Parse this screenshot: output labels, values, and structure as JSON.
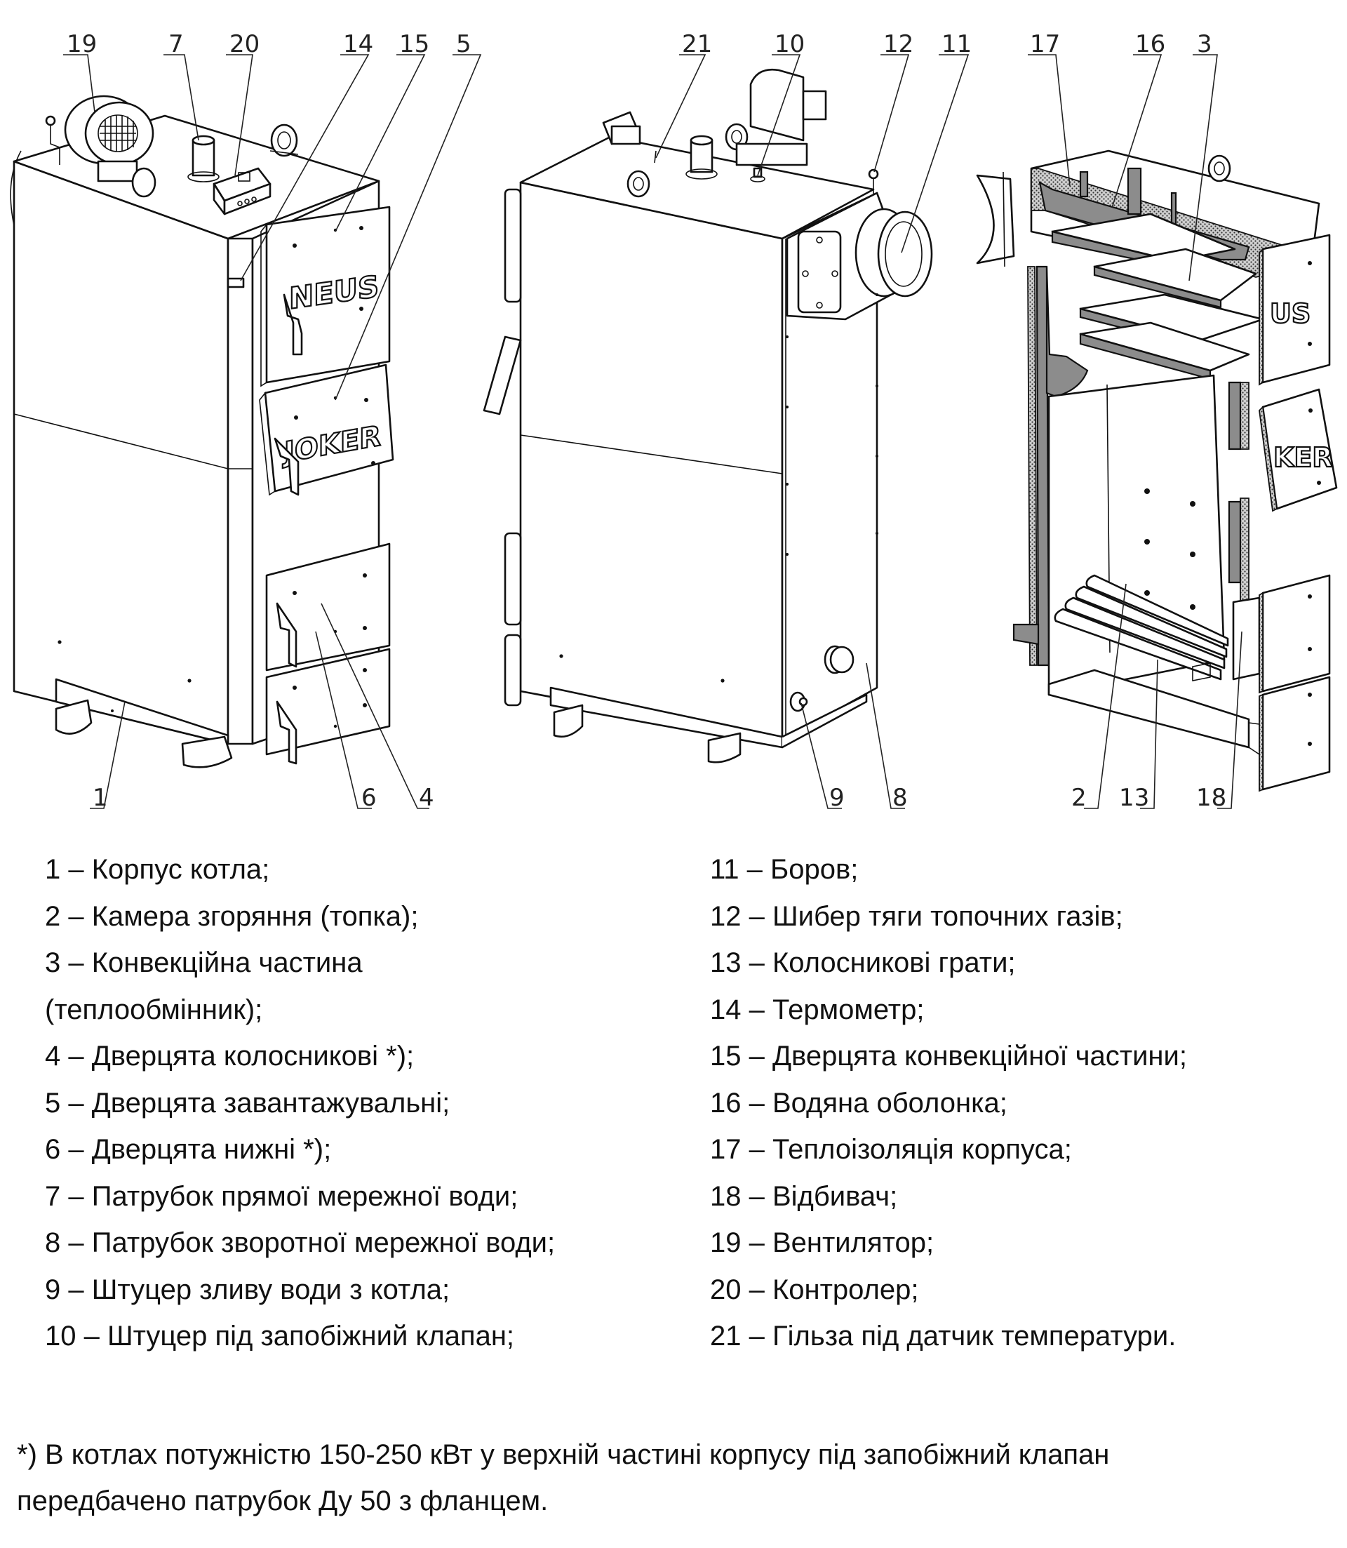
{
  "diagram": {
    "callouts": [
      {
        "num": "19",
        "target": "fan"
      },
      {
        "num": "7",
        "target": "supply-pipe"
      },
      {
        "num": "20",
        "target": "controller"
      },
      {
        "num": "14",
        "target": "thermometer"
      },
      {
        "num": "15",
        "target": "convection-door"
      },
      {
        "num": "5",
        "target": "loading-door"
      },
      {
        "num": "1",
        "target": "boiler-body"
      },
      {
        "num": "6",
        "target": "bottom-door"
      },
      {
        "num": "4",
        "target": "grate-door"
      },
      {
        "num": "21",
        "target": "sensor-sleeve"
      },
      {
        "num": "10",
        "target": "safety-valve-fitting"
      },
      {
        "num": "12",
        "target": "flue-damper"
      },
      {
        "num": "11",
        "target": "flue"
      },
      {
        "num": "9",
        "target": "drain-fitting"
      },
      {
        "num": "8",
        "target": "return-pipe"
      },
      {
        "num": "17",
        "target": "insulation"
      },
      {
        "num": "16",
        "target": "water-jacket"
      },
      {
        "num": "3",
        "target": "convection-part"
      },
      {
        "num": "2",
        "target": "combustion-chamber"
      },
      {
        "num": "13",
        "target": "grate-bars"
      },
      {
        "num": "18",
        "target": "deflector"
      }
    ],
    "logo_top": "NEUS",
    "logo_bottom": "JOKER",
    "logo_top_cut": "US",
    "logo_bottom_cut": "KER"
  },
  "legend": {
    "left": [
      "1 – Корпус котла;",
      "2 – Камера згоряння (топка);",
      "3 – Конвекційна частина (теплообмінник);",
      "4 – Дверцята колосникові *);",
      "5 – Дверцята завантажувальні;",
      "6 – Дверцята нижні *);",
      "7 – Патрубок прямої мережної води;",
      "8 – Патрубок зворотної мережної води;",
      "9 – Штуцер зливу води з котла;",
      "10 – Штуцер під запобіжний клапан;"
    ],
    "right": [
      "11 – Боров;",
      "12 – Шибер тяги топочних газів;",
      "13 – Колосникові грати;",
      "14 – Термометр;",
      "15 – Дверцята конвекційної частини;",
      "16 – Водяна оболонка;",
      "17 – Теплоізоляція корпуса;",
      "18 – Відбивач;",
      "19 – Вентилятор;",
      "20 – Контролер;",
      "21 – Гільза під датчик температури."
    ]
  },
  "footnote": "*) В котлах потужністю 150-250 кВт у верхній частині корпусу під запобіжний клапан передбачено патрубок Ду 50 з фланцем."
}
